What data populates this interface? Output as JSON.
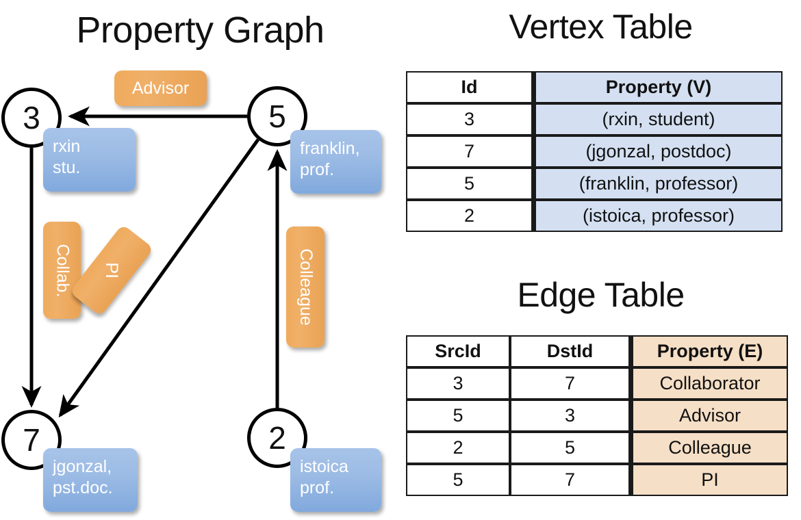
{
  "titles": {
    "property_graph": "Property Graph",
    "vertex_table": "Vertex Table",
    "edge_table": "Edge Table"
  },
  "graph": {
    "nodes": [
      {
        "id": "3",
        "property_line1": "rxin",
        "property_line2": "stu."
      },
      {
        "id": "5",
        "property_line1": "franklin,",
        "property_line2": "prof."
      },
      {
        "id": "7",
        "property_line1": "jgonzal,",
        "property_line2": "pst.doc."
      },
      {
        "id": "2",
        "property_line1": "istoica",
        "property_line2": "prof."
      }
    ],
    "edge_labels": [
      {
        "name": "advisor",
        "text": "Advisor"
      },
      {
        "name": "collab",
        "text": "Collab."
      },
      {
        "name": "pi",
        "text": "PI"
      },
      {
        "name": "colleague",
        "text": "Colleague"
      }
    ],
    "edges": [
      {
        "src": "5",
        "dst": "3",
        "label": "Advisor"
      },
      {
        "src": "3",
        "dst": "7",
        "label": "Collab."
      },
      {
        "src": "5",
        "dst": "7",
        "label": "PI"
      },
      {
        "src": "2",
        "dst": "5",
        "label": "Colleague"
      }
    ]
  },
  "vertex_table": {
    "headers": [
      "Id",
      "Property (V)"
    ],
    "rows": [
      {
        "id": "3",
        "property": "(rxin, student)"
      },
      {
        "id": "7",
        "property": "(jgonzal, postdoc)"
      },
      {
        "id": "5",
        "property": "(franklin, professor)"
      },
      {
        "id": "2",
        "property": "(istoica, professor)"
      }
    ]
  },
  "edge_table": {
    "headers": [
      "SrcId",
      "DstId",
      "Property (E)"
    ],
    "rows": [
      {
        "src": "3",
        "dst": "7",
        "property": "Collaborator"
      },
      {
        "src": "5",
        "dst": "3",
        "property": "Advisor"
      },
      {
        "src": "2",
        "dst": "5",
        "property": "Colleague"
      },
      {
        "src": "5",
        "dst": "7",
        "property": "PI"
      }
    ]
  },
  "colors": {
    "vertex_fill": "#d4e0f2",
    "edge_fill": "#f5dfc6",
    "node_box_blue": "#9dbce5",
    "edge_label_orange": "#efab5d",
    "stroke": "#000000",
    "background": "#ffffff"
  }
}
